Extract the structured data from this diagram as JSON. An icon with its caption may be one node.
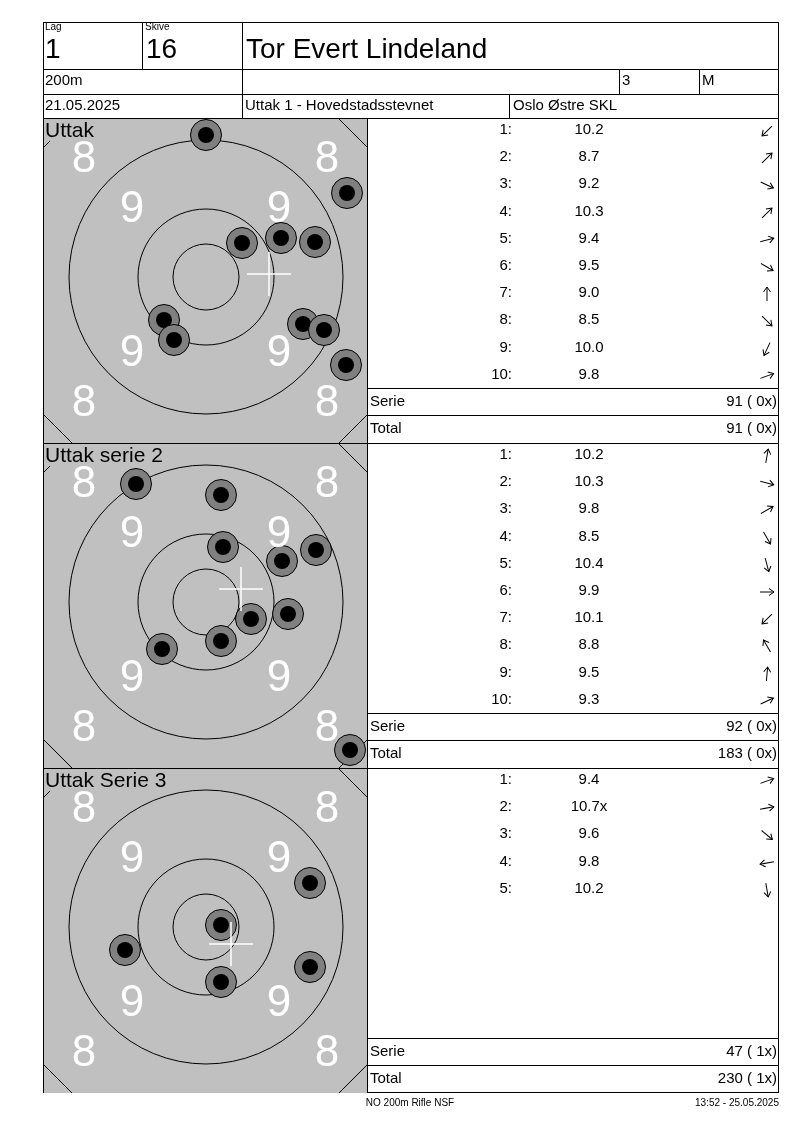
{
  "diagram": {
    "labels": [
      "Lag",
      "Skive",
      "1",
      "16",
      "Tor Evert Lindeland",
      "200m",
      "3",
      "M",
      "21.05.2025",
      "Uttak 1 - Hovedstadsstevnet",
      "Oslo Østre SKL",
      "Uttak",
      "8",
      "8",
      "9",
      "9",
      "9",
      "9",
      "8",
      "8",
      "1:",
      "10.2",
      "2:",
      "8.7",
      "3:",
      "9.2",
      "4:",
      "10.3",
      "5:",
      "9.4",
      "6:",
      "9.5",
      "7:",
      "9.0",
      "8:",
      "8.5",
      "9:",
      "10.0",
      "10:",
      "9.8",
      "Serie",
      "91 ( 0x)",
      "Total",
      "91 ( 0x)",
      "Uttak serie 2",
      "8",
      "8",
      "9",
      "9",
      "9",
      "9",
      "8",
      "8",
      "1:",
      "10.2",
      "2:",
      "10.3",
      "3:",
      "9.8",
      "4:",
      "8.5",
      "5:",
      "10.4",
      "6:",
      "9.9",
      "7:",
      "10.1",
      "8:",
      "8.8",
      "9:",
      "9.5",
      "10:",
      "9.3",
      "Serie",
      "92 ( 0x)",
      "Total",
      "183 ( 0x)",
      "Uttak Serie 3",
      "8",
      "8",
      "9",
      "9",
      "9",
      "9",
      "8",
      "8",
      "1:",
      "9.4",
      "2:",
      "10.7x",
      "3:",
      "9.6",
      "4:",
      "9.8",
      "5:",
      "10.2",
      "Serie",
      "47 ( 1x)",
      "Total",
      "230 ( 1x)",
      "NO 200m Rifle NSF",
      "13:52 - 25.05.2025"
    ]
  }
}
